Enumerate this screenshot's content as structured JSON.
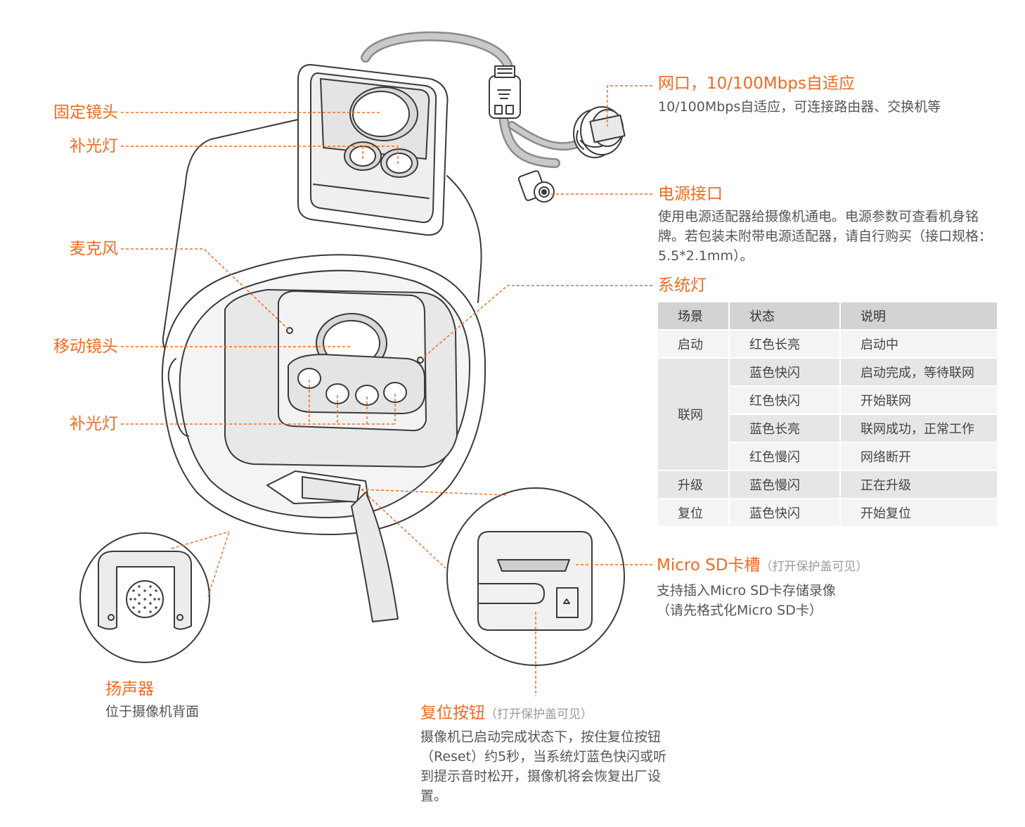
{
  "labels": {
    "fixed_lens": "固定镜头",
    "fill_light_top": "补光灯",
    "microphone": "麦克风",
    "ptz_lens": "移动镜头",
    "fill_light_bottom": "补光灯",
    "speaker": "扬声器",
    "speaker_desc": "位于摄像机背面",
    "reset_button": "复位按钮",
    "reset_note": "（打开保护盖可见）",
    "reset_desc": "摄像机已启动完成状态下，按住复位按钮（Reset）约5秒，当系统灯蓝色快闪或听到提示音时松开，摄像机将会恢复出厂设置。",
    "network_port": "网口，10/100Mbps自适应",
    "network_desc": "10/100Mbps自适应，可连接路由器、交换机等",
    "power_port": "电源接口",
    "power_desc": "使用电源适配器给摄像机通电。电源参数可查看机身铭牌。若包装未附带电源适配器，请自行购买（接口规格：5.5*2.1mm）。",
    "system_light": "系统灯",
    "sd_slot": "Micro SD卡槽",
    "sd_note": "（打开保护盖可见）",
    "sd_desc_1": "支持插入Micro SD卡存储录像",
    "sd_desc_2": "（请先格式化Micro SD卡）"
  },
  "status_table": {
    "headers": [
      "场景",
      "状态",
      "说明"
    ],
    "rows": [
      {
        "scene": "启动",
        "state": "红色长亮",
        "desc": "启动中"
      },
      {
        "scene": "联网",
        "state": "蓝色快闪",
        "desc": "启动完成，等待联网"
      },
      {
        "scene": "",
        "state": "红色快闪",
        "desc": "开始联网"
      },
      {
        "scene": "",
        "state": "蓝色长亮",
        "desc": "联网成功，正常工作"
      },
      {
        "scene": "",
        "state": "红色慢闪",
        "desc": "网络断开"
      },
      {
        "scene": "升级",
        "state": "蓝色慢闪",
        "desc": "正在升级"
      },
      {
        "scene": "复位",
        "state": "蓝色快闪",
        "desc": "开始复位"
      }
    ]
  },
  "colors": {
    "accent": "#f26a21",
    "line": "#333333",
    "cable": "#8a8a8a"
  }
}
